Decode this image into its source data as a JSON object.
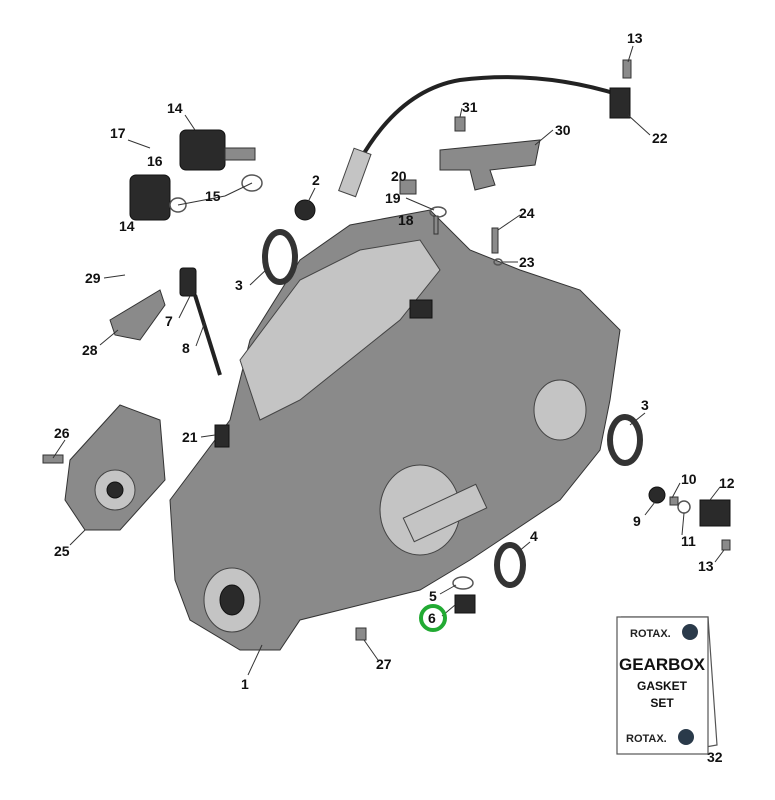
{
  "diagram": {
    "title": "Gearbox exploded parts view",
    "callouts": [
      "13",
      "22",
      "31",
      "30",
      "14",
      "17",
      "16",
      "15",
      "14",
      "2",
      "20",
      "19",
      "18",
      "24",
      "23",
      "3",
      "29",
      "7",
      "8",
      "28",
      "3",
      "21",
      "26",
      "10",
      "12",
      "9",
      "11",
      "13",
      "25",
      "4",
      "5",
      "6",
      "27",
      "1",
      "32"
    ],
    "highlighted_callout": "6",
    "highlight_color": "#22aa33"
  },
  "gasket_box": {
    "brand_top": "ROTAX.",
    "title": "GEARBOX",
    "subtitle_line1": "GASKET",
    "subtitle_line2": "SET",
    "brand_bottom": "ROTAX."
  }
}
